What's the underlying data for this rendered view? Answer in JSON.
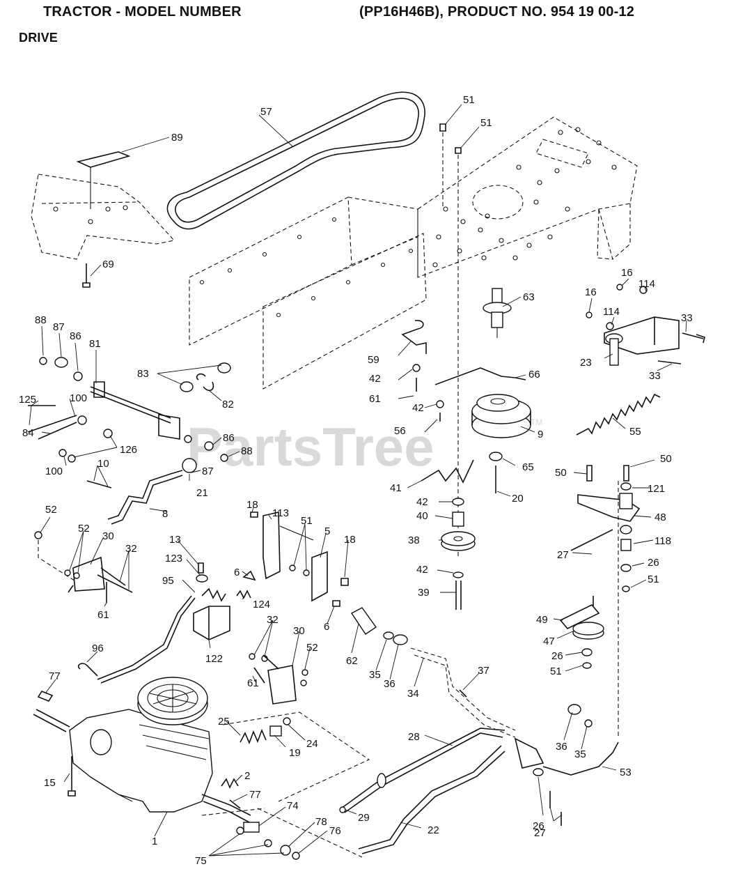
{
  "header": {
    "title_left": "TRACTOR - MODEL NUMBER",
    "title_right": "(PP16H46B), PRODUCT NO. 954 19 00-12",
    "subtitle": "DRIVE"
  },
  "watermark": {
    "text": "PartsTree",
    "tm": "TM"
  },
  "callouts": [
    {
      "id": "c57",
      "label": "57"
    },
    {
      "id": "c89",
      "label": "89"
    },
    {
      "id": "c51a",
      "label": "51"
    },
    {
      "id": "c51b",
      "label": "51"
    },
    {
      "id": "c69",
      "label": "69"
    },
    {
      "id": "c63",
      "label": "63"
    },
    {
      "id": "c16a",
      "label": "16"
    },
    {
      "id": "c114a",
      "label": "114"
    },
    {
      "id": "c16b",
      "label": "16"
    },
    {
      "id": "c114b",
      "label": "114"
    },
    {
      "id": "c33a",
      "label": "33"
    },
    {
      "id": "c23",
      "label": "23"
    },
    {
      "id": "c33b",
      "label": "33"
    },
    {
      "id": "c88a",
      "label": "88"
    },
    {
      "id": "c87a",
      "label": "87"
    },
    {
      "id": "c86a",
      "label": "86"
    },
    {
      "id": "c81",
      "label": "81"
    },
    {
      "id": "c83",
      "label": "83"
    },
    {
      "id": "c82",
      "label": "82"
    },
    {
      "id": "c59",
      "label": "59"
    },
    {
      "id": "c42a",
      "label": "42"
    },
    {
      "id": "c61a",
      "label": "61"
    },
    {
      "id": "c66",
      "label": "66"
    },
    {
      "id": "c42b",
      "label": "42"
    },
    {
      "id": "c56",
      "label": "56"
    },
    {
      "id": "c9",
      "label": "9"
    },
    {
      "id": "c55",
      "label": "55"
    },
    {
      "id": "c125",
      "label": "125"
    },
    {
      "id": "c100a",
      "label": "100"
    },
    {
      "id": "c84",
      "label": "84"
    },
    {
      "id": "c126",
      "label": "126"
    },
    {
      "id": "c86b",
      "label": "86"
    },
    {
      "id": "c88b",
      "label": "88"
    },
    {
      "id": "c87b",
      "label": "87"
    },
    {
      "id": "c100b",
      "label": "100"
    },
    {
      "id": "c10",
      "label": "10"
    },
    {
      "id": "c21",
      "label": "21"
    },
    {
      "id": "c65",
      "label": "65"
    },
    {
      "id": "c41",
      "label": "41"
    },
    {
      "id": "c20",
      "label": "20"
    },
    {
      "id": "c50a",
      "label": "50"
    },
    {
      "id": "c50b",
      "label": "50"
    },
    {
      "id": "c121",
      "label": "121"
    },
    {
      "id": "c8",
      "label": "8"
    },
    {
      "id": "c52a",
      "label": "52"
    },
    {
      "id": "c18a",
      "label": "18"
    },
    {
      "id": "c113",
      "label": "113"
    },
    {
      "id": "c51c",
      "label": "51"
    },
    {
      "id": "c5",
      "label": "5"
    },
    {
      "id": "c18b",
      "label": "18"
    },
    {
      "id": "c42c",
      "label": "42"
    },
    {
      "id": "c48",
      "label": "48"
    },
    {
      "id": "c40",
      "label": "40"
    },
    {
      "id": "c52b",
      "label": "52"
    },
    {
      "id": "c30a",
      "label": "30"
    },
    {
      "id": "c32a",
      "label": "32"
    },
    {
      "id": "c13",
      "label": "13"
    },
    {
      "id": "c38",
      "label": "38"
    },
    {
      "id": "c27a",
      "label": "27"
    },
    {
      "id": "c118",
      "label": "118"
    },
    {
      "id": "c123",
      "label": "123"
    },
    {
      "id": "c6a",
      "label": "6"
    },
    {
      "id": "c26a",
      "label": "26"
    },
    {
      "id": "c42d",
      "label": "42"
    },
    {
      "id": "c51d",
      "label": "51"
    },
    {
      "id": "c95",
      "label": "95"
    },
    {
      "id": "c39",
      "label": "39"
    },
    {
      "id": "c124",
      "label": "124"
    },
    {
      "id": "c61b",
      "label": "61"
    },
    {
      "id": "c6b",
      "label": "6"
    },
    {
      "id": "c49",
      "label": "49"
    },
    {
      "id": "c47",
      "label": "47"
    },
    {
      "id": "c32b",
      "label": "32"
    },
    {
      "id": "c30b",
      "label": "30"
    },
    {
      "id": "c96",
      "label": "96"
    },
    {
      "id": "c122",
      "label": "122"
    },
    {
      "id": "c52c",
      "label": "52"
    },
    {
      "id": "c62",
      "label": "62"
    },
    {
      "id": "c35a",
      "label": "35"
    },
    {
      "id": "c36a",
      "label": "36"
    },
    {
      "id": "c34",
      "label": "34"
    },
    {
      "id": "c37",
      "label": "37"
    },
    {
      "id": "c26b",
      "label": "26"
    },
    {
      "id": "c51e",
      "label": "51"
    },
    {
      "id": "c77a",
      "label": "77"
    },
    {
      "id": "c61c",
      "label": "61"
    },
    {
      "id": "c25",
      "label": "25"
    },
    {
      "id": "c24",
      "label": "24"
    },
    {
      "id": "c19",
      "label": "19"
    },
    {
      "id": "c28",
      "label": "28"
    },
    {
      "id": "c36b",
      "label": "36"
    },
    {
      "id": "c35b",
      "label": "35"
    },
    {
      "id": "c2",
      "label": "2"
    },
    {
      "id": "c15",
      "label": "15"
    },
    {
      "id": "c53",
      "label": "53"
    },
    {
      "id": "c77b",
      "label": "77"
    },
    {
      "id": "c26c",
      "label": "26"
    },
    {
      "id": "c29",
      "label": "29"
    },
    {
      "id": "c74",
      "label": "74"
    },
    {
      "id": "c22",
      "label": "22"
    },
    {
      "id": "c27b",
      "label": "27"
    },
    {
      "id": "c78",
      "label": "78"
    },
    {
      "id": "c76",
      "label": "76"
    },
    {
      "id": "c1",
      "label": "1"
    },
    {
      "id": "c75",
      "label": "75"
    }
  ]
}
